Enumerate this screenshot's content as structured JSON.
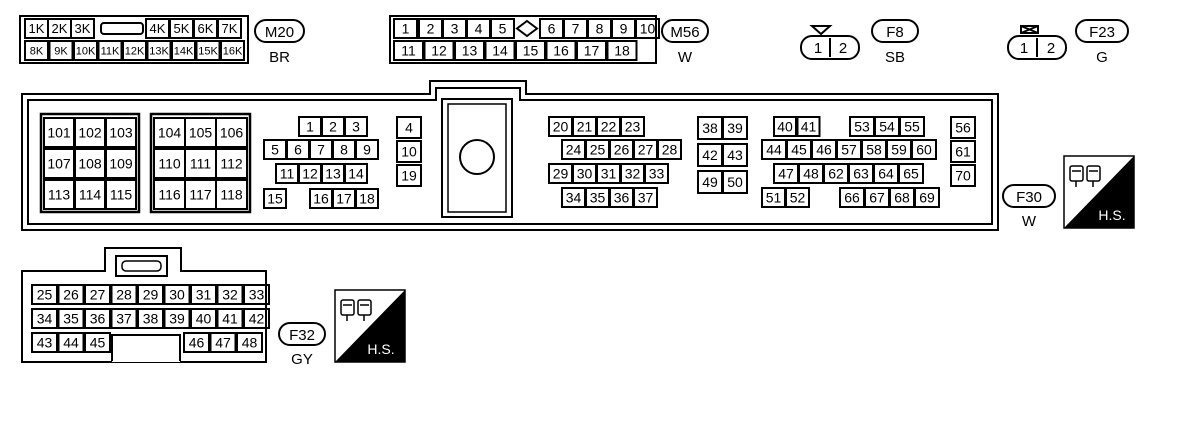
{
  "connectors": {
    "m20": {
      "id": "M20",
      "color": "BR",
      "row1": [
        "1K",
        "2K",
        "3K",
        "4K",
        "5K",
        "6K",
        "7K"
      ],
      "row2": [
        "8K",
        "9K",
        "10K",
        "11K",
        "12K",
        "13K",
        "14K",
        "15K",
        "16K"
      ]
    },
    "m56": {
      "id": "M56",
      "color": "W",
      "row1": [
        "1",
        "2",
        "3",
        "4",
        "5",
        "6",
        "7",
        "8",
        "9",
        "10"
      ],
      "row2": [
        "11",
        "12",
        "13",
        "14",
        "15",
        "16",
        "17",
        "18"
      ]
    },
    "f8": {
      "id": "F8",
      "color": "SB",
      "pins": [
        "1",
        "2"
      ]
    },
    "f23": {
      "id": "F23",
      "color": "G",
      "pins": [
        "1",
        "2"
      ]
    },
    "f30": {
      "id": "F30",
      "color": "W",
      "group_a": [
        [
          "101",
          "102",
          "103"
        ],
        [
          "107",
          "108",
          "109"
        ],
        [
          "113",
          "114",
          "115"
        ]
      ],
      "group_b": [
        [
          "104",
          "105",
          "106"
        ],
        [
          "110",
          "111",
          "112"
        ],
        [
          "116",
          "117",
          "118"
        ]
      ],
      "group_c": {
        "r1": [
          "1",
          "2",
          "3"
        ],
        "r2": [
          "5",
          "6",
          "7",
          "8",
          "9"
        ],
        "r3": [
          "11",
          "12",
          "13",
          "14"
        ],
        "r4a": [
          "15"
        ],
        "r4b": [
          "16",
          "17",
          "18"
        ],
        "col": [
          "4",
          "10",
          "19"
        ]
      },
      "group_d": {
        "r1": [
          "20",
          "21",
          "22",
          "23"
        ],
        "r2": [
          "24",
          "25",
          "26",
          "27",
          "28"
        ],
        "r3": [
          "29",
          "30",
          "31",
          "32",
          "33"
        ],
        "r4": [
          "34",
          "35",
          "36",
          "37"
        ]
      },
      "group_e": [
        [
          "38",
          "39"
        ],
        [
          "42",
          "43"
        ],
        [
          "49",
          "50"
        ]
      ],
      "group_f": {
        "r1a": [
          "40",
          "41"
        ],
        "r1b": [
          "53",
          "54",
          "55"
        ],
        "r2": [
          "44",
          "45",
          "46",
          "57",
          "58",
          "59",
          "60"
        ],
        "r3": [
          "47",
          "48",
          "62",
          "63",
          "64",
          "65"
        ],
        "r4a": [
          "51",
          "52"
        ],
        "r4b": [
          "66",
          "67",
          "68",
          "69"
        ]
      },
      "group_g": [
        "56",
        "61",
        "70"
      ],
      "hs_label": "H.S."
    },
    "f32": {
      "id": "F32",
      "color": "GY",
      "row1": [
        "25",
        "26",
        "27",
        "28",
        "29",
        "30",
        "31",
        "32",
        "33"
      ],
      "row2": [
        "34",
        "35",
        "36",
        "37",
        "38",
        "39",
        "40",
        "41",
        "42"
      ],
      "row3a": [
        "43",
        "44",
        "45"
      ],
      "row3b": [
        "46",
        "47",
        "48"
      ],
      "hs_label": "H.S."
    }
  }
}
